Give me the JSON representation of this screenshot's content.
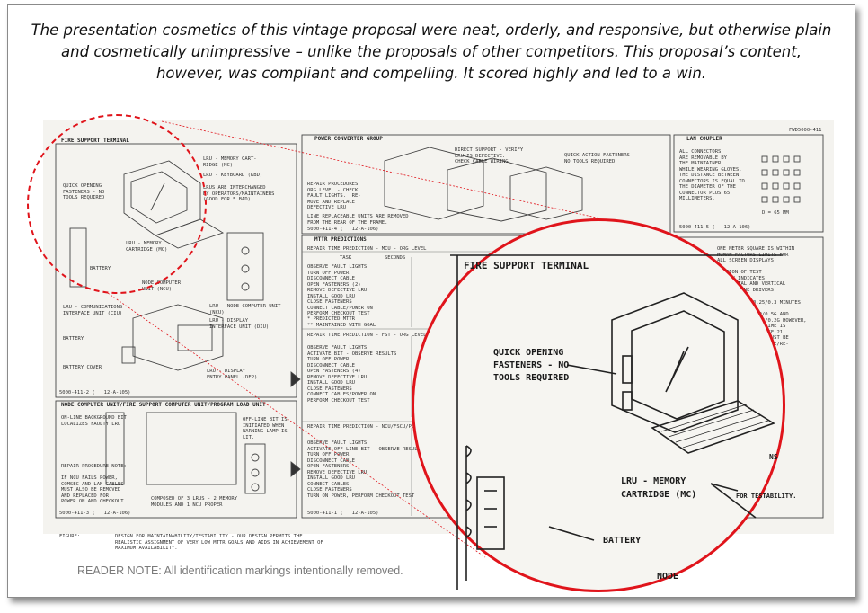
{
  "caption": "The presentation cosmetics of this vintage proposal were neat, orderly, and responsive, but otherwise plain and cosmetically unimpressive – unlike the proposals of other competitors. This proposal’s content, however, was compliant and compelling. It scored highly and led to a win.",
  "reader_note": "READER NOTE: All identification markings intentionally removed.",
  "doc": {
    "doc_id": "FWD5000-411",
    "sec2_title": "FIRE SUPPORT TERMINAL",
    "sec2_mc": "LRU - MEMORY CART-\nRIDGE (MC)",
    "sec2_kbd": "LRU - KEYBOARD (KBD)",
    "sec2_interchange": "LRUs ARE INTERCHANGED\nBY OPERATORS/MAINTAINERS\n(GOOD FOR 5 BAD)",
    "sec2_fasteners": "QUICK OPENING\nFASTENERS - NO\nTOOLS REQUIRED",
    "sec2_mc2": "LRU - MEMORY\nCARTRIDGE (MC)",
    "sec2_battery": "BATTERY",
    "sec2_ncu": "NODE COMPUTER\nUNIT (NCU)",
    "sec2_ciu": "LRU - COMMUNICATIONS\nINTERFACE UNIT (CIU)",
    "sec2_ncu2": "LRU - NODE COMPUTER UNIT\n(NCU)",
    "sec2_diu": "LRU - DISPLAY\nINTERFACE UNIT (DIU)",
    "sec2_battery2": "BATTERY",
    "sec2_cover": "BATTERY COVER",
    "sec2_dep": "LRU - DISPLAY\nENTRY PANEL (DEP)",
    "sec2_ref": "5000-411-2 (   12-A-105)",
    "sec3_title": "NODE COMPUTER UNIT/FIRE SUPPORT COMPUTER UNIT/PROGRAM LOAD UNIT",
    "sec3_bit": "ON-LINE BACKGROUND BIT\nLOCALIZES FAULTY LRU",
    "sec3_offline": "OFF-LINE BIT IS\nINITIATED WHEN\nWARNING LAMP IS\nLIT.",
    "sec3_repair": "REPAIR PROCEDURE NOTE:\n\nIF NCU FAILS POWER,\nCOMSEC AND LAN CABLES\nMUST ALSO BE REMOVED\nAND REPLACED FOR\nPOWER ON AND CHECKOUT",
    "sec3_composed": "COMPOSED OF 3 LRUs - 2 MEMORY\nMODULES AND 1 NCU PROPER",
    "sec3_ref": "5000-411-3 (   12-A-106)",
    "sec4_title": "POWER CONVERTER GROUP",
    "sec4_direct": "DIRECT SUPPORT - VERIFY\nLRU IS DEFECTIVE.\nCHECK CABLE WIRING",
    "sec4_quick": "QUICK ACTION FASTENERS -\nNO TOOLS REQUIRED",
    "sec4_repair": "REPAIR PROCEDURES\nORG LEVEL - CHECK\nFAULT LIGHTS.  RE-\nMOVE AND REPLACE\nDEFECTIVE LRU",
    "sec4_lru": "LINE REPLACEABLE UNITS ARE REMOVED\nFROM THE REAR OF THE FRAME.",
    "sec4_ref": "5000-411-4 (   12-A-106)",
    "sec5_title": "LAN COUPLER",
    "sec5_text": "ALL CONNECTORS\nARE REMOVABLE BY\nTHE MAINTAINER\nWHILE WEARING GLOVES.\nTHE DISTANCE BETWEEN\nCONNECTORS IS EQUAL TO\nTHE DIAMETER OF THE\nCONNECTOR PLUS 65\nMILLIMETERS.",
    "sec5_ref": "5000-411-5 (   12-A-106)",
    "sec5_dim": "D = 65 MM",
    "mttr_title": "MTTR PREDICTIONS",
    "mttr_table1": "REPAIR TIME PREDICTION - MCU - ORG LEVEL",
    "mttr_task": "TASK",
    "mttr_seconds": "SECONDS",
    "mttr_rows1": "OBSERVE FAULT LIGHTS\nTURN OFF POWER\nDISCONNECT CABLE\nOPEN FASTENERS (2)\nREMOVE DEFECTIVE LRU\nINSTALL GOOD LRU\nCLOSE FASTENERS\nCONNECT CABLE/POWER ON\nPERFORM CHECKOUT TEST",
    "mttr_pred1": "* PREDICTED MTTR\n** MAINTAINED WITH GOAL",
    "mttr_table2": "REPAIR TIME PREDICTION - FST - ORG LEVEL",
    "mttr_rows2": "OBSERVE FAULT LIGHTS\nACTIVATE BIT - OBSERVE RESULTS\nTURN OFF POWER\nDISCONNECT CABLE\nOPEN FASTENERS (4)\nREMOVE DEFECTIVE LRU\nINSTALL GOOD LRU\nCLOSE FASTENERS\nCONNECT CABLES/POWER ON\nPERFORM CHECKOUT TEST",
    "mttr_table3": "REPAIR TIME PREDICTION - NCU/FSCU/PLU - ORG",
    "mttr_rows3": "OBSERVE FAULT LIGHTS\nACTIVATE OFF-LINE BIT - OBSERVE RESULTS\nTURN OFF POWER\nDISCONNECT CABLE\nOPEN FASTENERS\nREMOVE DEFECTIVE LRU\nINSTALL GOOD LRU\nCONNECT CABLES\nCLOSE FASTENERS\nTURN ON POWER, PERFORM CHECKOUT TEST",
    "mttr_ref": "5000-411-1 (   12-A-105)",
    "right_note": "ONE METER SQUARE IS WITHIN\nHUMAN FACTORS LIMITS FOR\nALL SCREEN DISPLAYS.\n\nPORTION OF TEST\nSCREEN INDICATES\nHORIZONTAL AND VERTICAL\nSWITCH LINE DRIVERS",
    "right_note2": "0.25/0.3 MINUTES\n\n1.0/0.5G AND\n0.25/0.2G HOWEVER,\nTHE TIME IS\nAVERAGE 21\nTECH MUST BE\nRE-VALUE/RE-\nPLACE",
    "figure_label": "FIGURE:",
    "figure_caption": "DESIGN FOR MAINTAINABILITY/TESTABILITY - OUR DESIGN PERMITS THE\nREALISTIC ASSIGNMENT OF VERY LOW MTTR GOALS AND AIDS IN ACHIEVEMENT OF\nMAXIMUM AVAILABILITY."
  },
  "zoom": {
    "title": "FIRE SUPPORT TERMINAL",
    "fasteners": "QUICK OPENING\nFASTENERS - NO\nTOOLS REQUIRED",
    "mc": "LRU - MEMORY\nCARTRIDGE (MC)",
    "battery": "BATTERY",
    "node": "NODE",
    "right_frag": "FOR TESTABILITY.",
    "right_frag2": "NS"
  },
  "colors": {
    "highlight": "#e0141b",
    "frame_border": "#8a8a8a",
    "note_text": "#7a7a7a"
  }
}
